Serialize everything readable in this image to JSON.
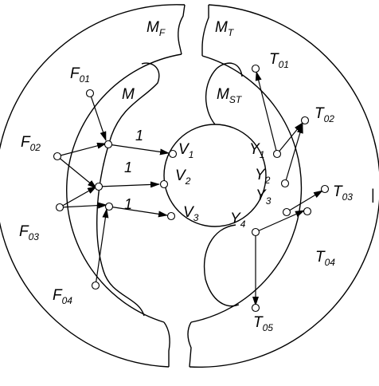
{
  "labels": {
    "MF": {
      "main": "M",
      "sub": "F"
    },
    "MT": {
      "main": "M",
      "sub": "T"
    },
    "M": {
      "main": "M",
      "sub": ""
    },
    "MST": {
      "main": "M",
      "sub": "ST"
    },
    "F01": {
      "main": "F",
      "sub": "01"
    },
    "F02": {
      "main": "F",
      "sub": "02"
    },
    "F03": {
      "main": "F",
      "sub": "03"
    },
    "F04": {
      "main": "F",
      "sub": "04"
    },
    "V1": {
      "main": "V",
      "sub": "1"
    },
    "V2": {
      "main": "V",
      "sub": "2"
    },
    "V3": {
      "main": "V",
      "sub": "3"
    },
    "Y1": {
      "main": "Y",
      "sub": "1"
    },
    "Y2": {
      "main": "Y",
      "sub": "2"
    },
    "Y3": {
      "main": "Y",
      "sub": "3"
    },
    "Y4": {
      "main": "Y",
      "sub": "4"
    },
    "T01": {
      "main": "T",
      "sub": "01"
    },
    "T02": {
      "main": "T",
      "sub": "02"
    },
    "T03": {
      "main": "T",
      "sub": "03"
    },
    "T04": {
      "main": "T",
      "sub": "04"
    },
    "T05": {
      "main": "T",
      "sub": "05"
    }
  },
  "edge_weights": [
    "1",
    "1",
    "1"
  ],
  "right_edge_mark": "|"
}
